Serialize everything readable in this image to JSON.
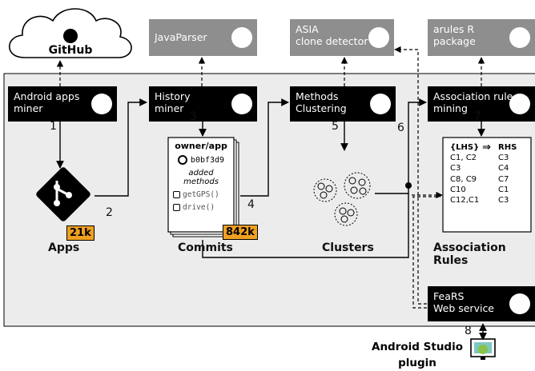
{
  "github": {
    "label": "GitHub"
  },
  "tools": {
    "javaparser": "JavaParser",
    "asia": [
      "ASIA",
      "clone detector"
    ],
    "arules": [
      "arules R",
      "package"
    ]
  },
  "steps": {
    "miner": [
      "Android apps",
      "miner"
    ],
    "history": [
      "History",
      "miner"
    ],
    "methods": [
      "Methods",
      "Clustering"
    ],
    "assoc": [
      "Association rule",
      "mining"
    ],
    "fears": [
      "FeaRS",
      "Web service"
    ]
  },
  "numbers": [
    "1",
    "2",
    "3",
    "4",
    "5",
    "6",
    "7",
    "8"
  ],
  "apps": {
    "label": "Apps",
    "count": "21k"
  },
  "commits": {
    "label": "Commits",
    "count": "842k",
    "header": "owner/app",
    "hash": "b0bf3d9",
    "added": "added methods",
    "m1": "getGPS()",
    "m2": "drive()"
  },
  "clusters": {
    "label": "Clusters"
  },
  "rules": {
    "label": "Association Rules",
    "lhs": "{LHS}",
    "arrow": "⇒",
    "rhs": "RHS",
    "rows": [
      [
        "C1, C2",
        "C3"
      ],
      [
        "C3",
        "C4"
      ],
      [
        "C8, C9",
        "C7"
      ],
      [
        "C10",
        "C1"
      ],
      [
        "C12,C1",
        "C3"
      ]
    ]
  },
  "plugin": {
    "line1": "Android Studio",
    "line2": "plugin"
  }
}
